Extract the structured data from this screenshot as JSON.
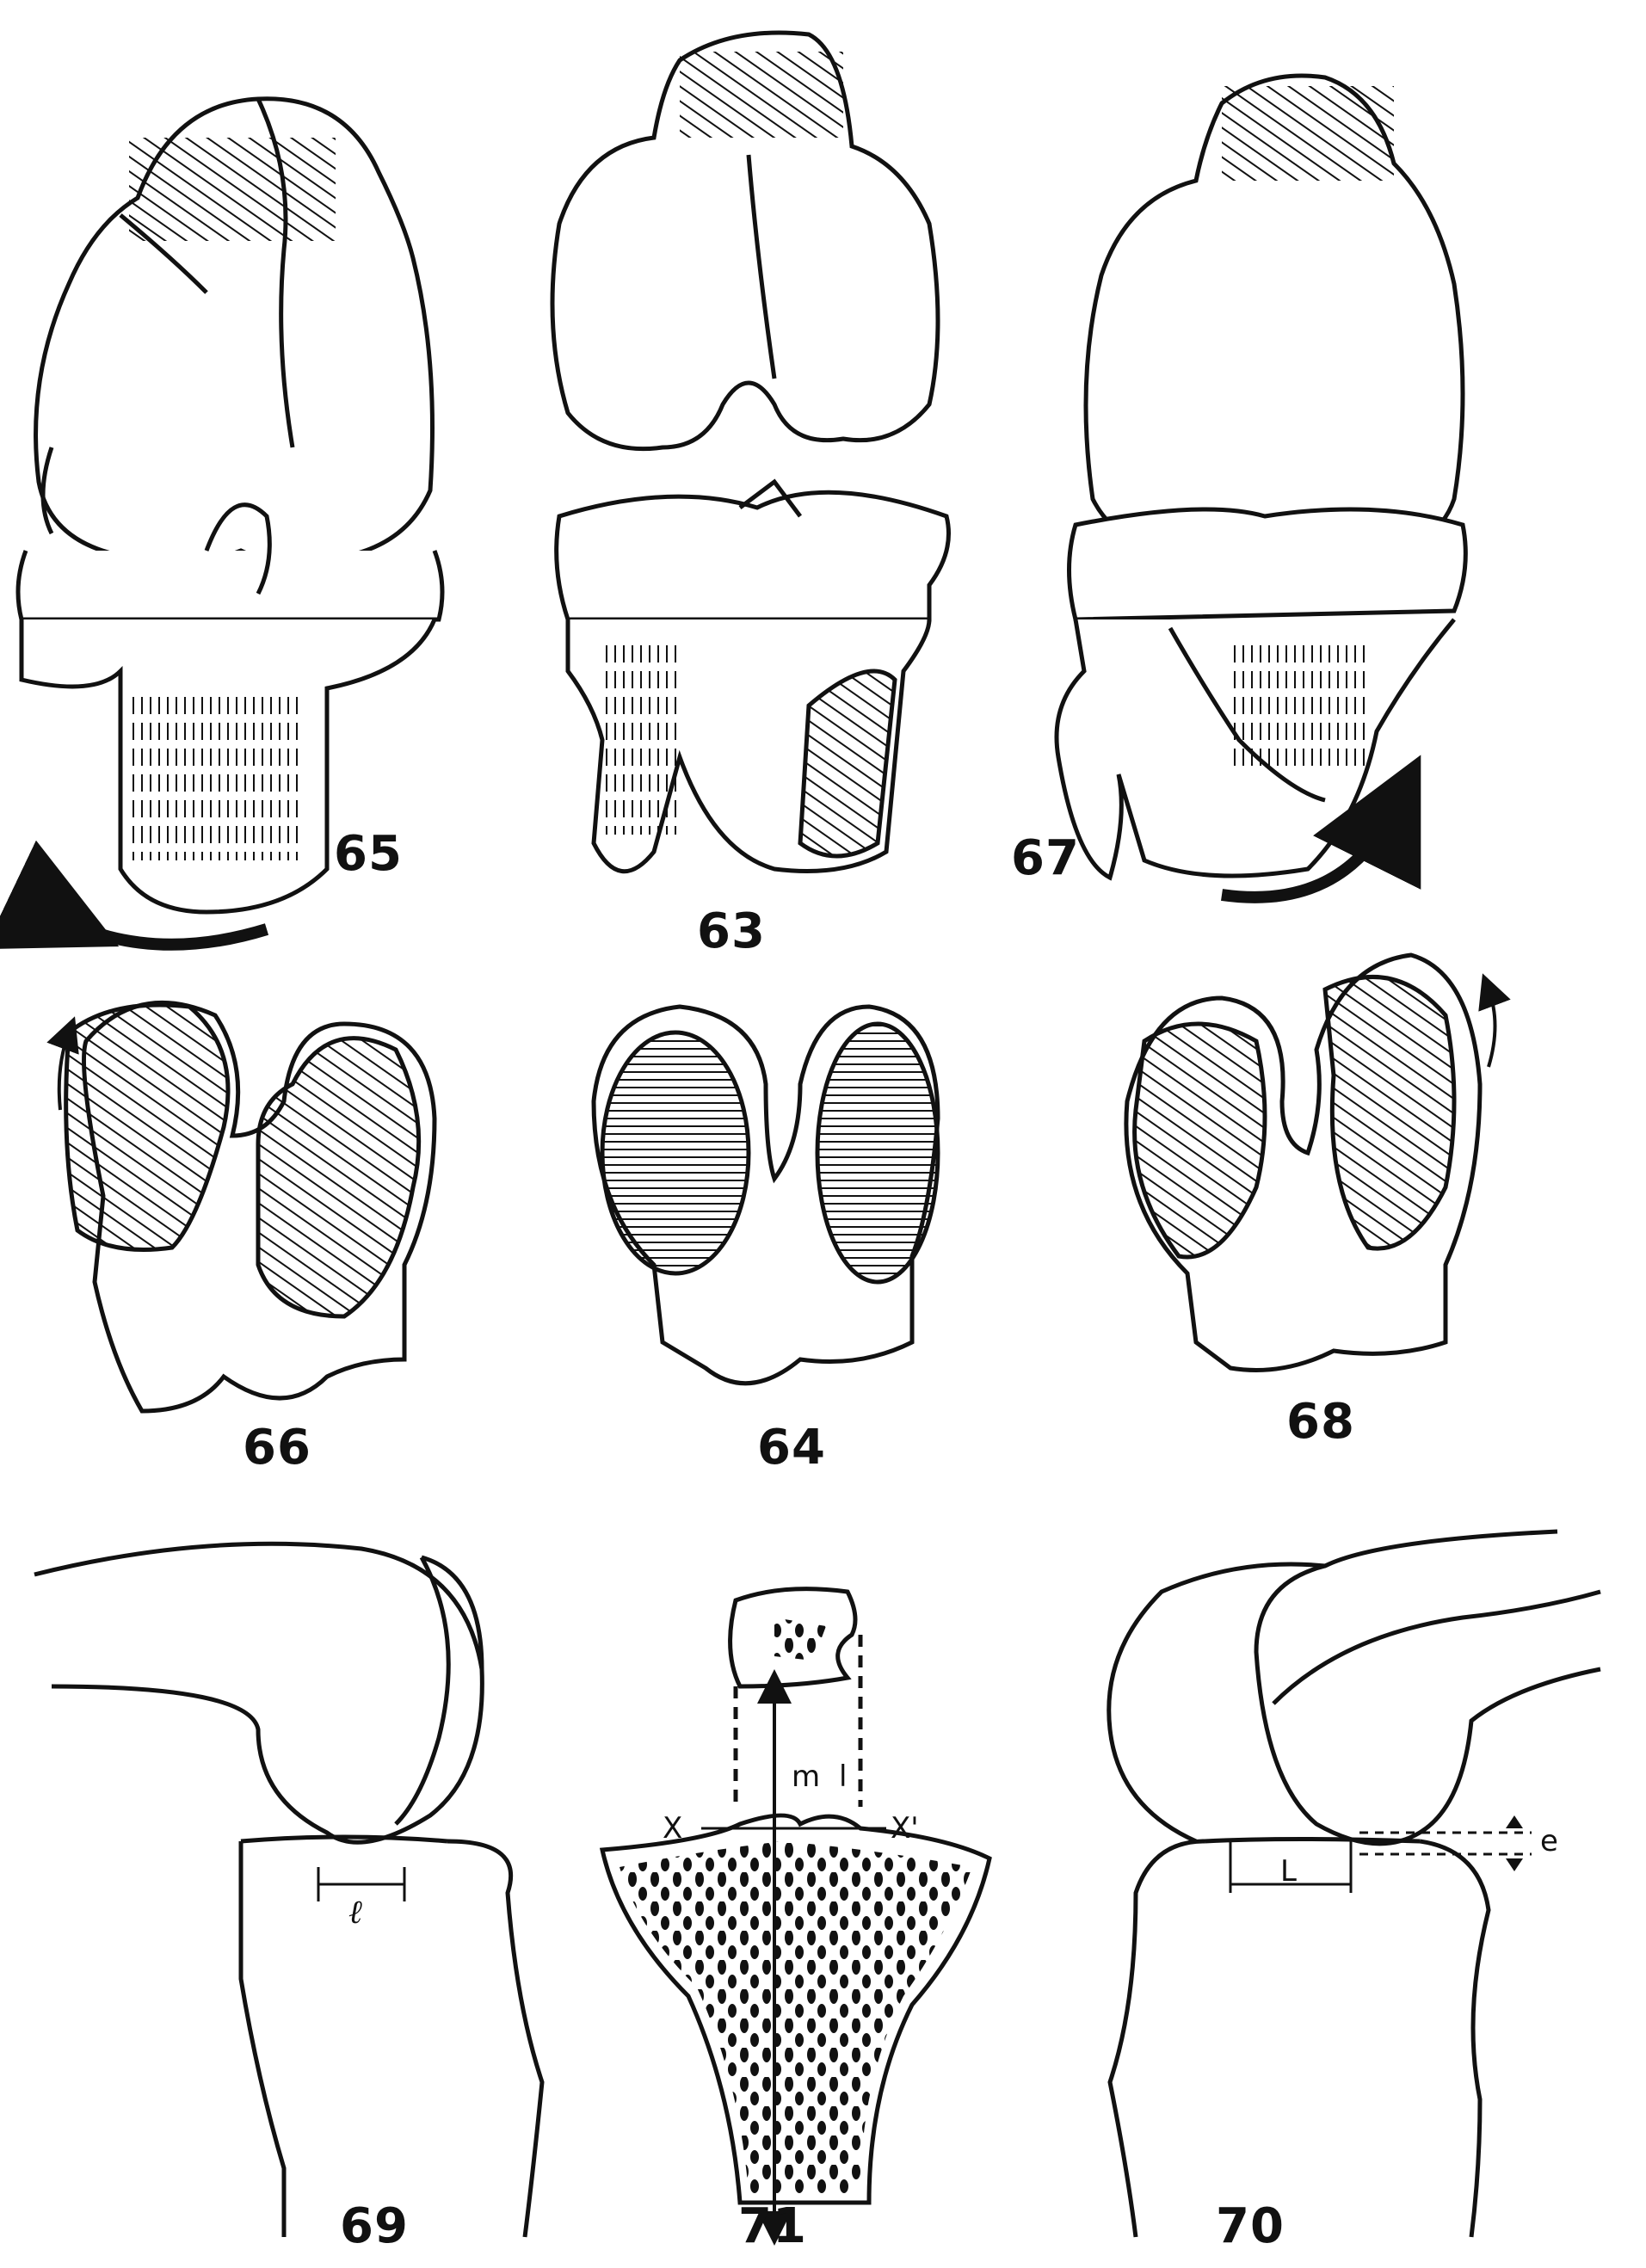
{
  "figures": {
    "fig65": "65",
    "fig63": "63",
    "fig67": "67",
    "fig66": "66",
    "fig64": "64",
    "fig68": "68",
    "fig69": "69",
    "fig71": "71",
    "fig70": "70"
  },
  "annotations": {
    "ell": "ℓ",
    "m": "m",
    "l": "l",
    "x": "X",
    "x_prime": "X'",
    "e": "e",
    "L": "L"
  },
  "colors": {
    "ink": "#111111",
    "paper": "#ffffff"
  }
}
